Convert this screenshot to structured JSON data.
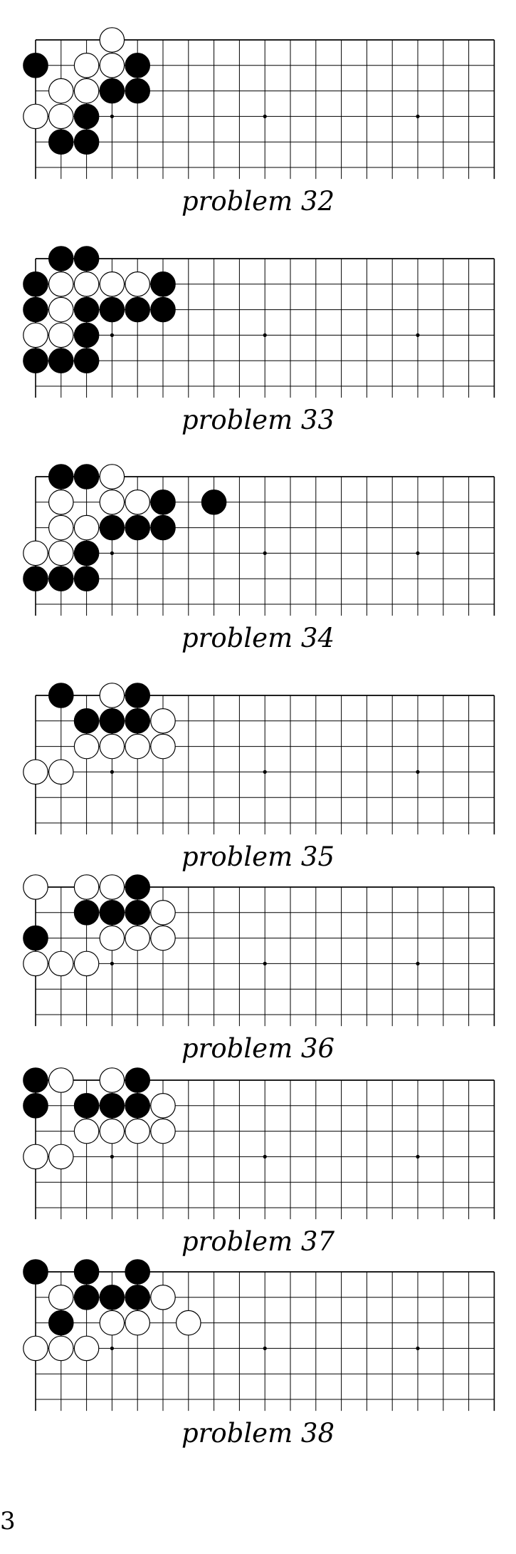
{
  "colors": {
    "grid": "#000000",
    "black_stone": "#000000",
    "white_stone": "#ffffff",
    "stone_outline": "#000000"
  },
  "board": {
    "columns": 19,
    "rows_shown": 6,
    "star_points": [
      [
        3,
        3
      ],
      [
        9,
        3
      ],
      [
        15,
        3
      ]
    ]
  },
  "problems": [
    {
      "caption": "problem 32",
      "black": [
        [
          0,
          1
        ],
        [
          4,
          1
        ],
        [
          3,
          2
        ],
        [
          4,
          2
        ],
        [
          2,
          3
        ],
        [
          1,
          4
        ],
        [
          2,
          4
        ]
      ],
      "white": [
        [
          3,
          0
        ],
        [
          2,
          1
        ],
        [
          3,
          1
        ],
        [
          1,
          2
        ],
        [
          2,
          2
        ],
        [
          0,
          3
        ],
        [
          1,
          3
        ]
      ]
    },
    {
      "caption": "problem 33",
      "black": [
        [
          1,
          0
        ],
        [
          2,
          0
        ],
        [
          0,
          1
        ],
        [
          5,
          1
        ],
        [
          0,
          2
        ],
        [
          2,
          2
        ],
        [
          3,
          2
        ],
        [
          4,
          2
        ],
        [
          5,
          2
        ],
        [
          2,
          3
        ],
        [
          0,
          4
        ],
        [
          1,
          4
        ],
        [
          2,
          4
        ]
      ],
      "white": [
        [
          1,
          1
        ],
        [
          2,
          1
        ],
        [
          3,
          1
        ],
        [
          4,
          1
        ],
        [
          1,
          2
        ],
        [
          0,
          3
        ],
        [
          1,
          3
        ]
      ]
    },
    {
      "caption": "problem 34",
      "black": [
        [
          1,
          0
        ],
        [
          2,
          0
        ],
        [
          5,
          1
        ],
        [
          7,
          1
        ],
        [
          3,
          2
        ],
        [
          4,
          2
        ],
        [
          5,
          2
        ],
        [
          2,
          3
        ],
        [
          0,
          4
        ],
        [
          1,
          4
        ],
        [
          2,
          4
        ]
      ],
      "white": [
        [
          3,
          0
        ],
        [
          1,
          1
        ],
        [
          3,
          1
        ],
        [
          4,
          1
        ],
        [
          1,
          2
        ],
        [
          2,
          2
        ],
        [
          0,
          3
        ],
        [
          1,
          3
        ]
      ]
    },
    {
      "caption": "problem 35",
      "black": [
        [
          1,
          0
        ],
        [
          4,
          0
        ],
        [
          2,
          1
        ],
        [
          3,
          1
        ],
        [
          4,
          1
        ]
      ],
      "white": [
        [
          3,
          0
        ],
        [
          5,
          1
        ],
        [
          2,
          2
        ],
        [
          3,
          2
        ],
        [
          4,
          2
        ],
        [
          5,
          2
        ],
        [
          0,
          3
        ],
        [
          1,
          3
        ]
      ]
    },
    {
      "caption": "problem 36",
      "black": [
        [
          4,
          0
        ],
        [
          2,
          1
        ],
        [
          3,
          1
        ],
        [
          4,
          1
        ],
        [
          0,
          2
        ]
      ],
      "white": [
        [
          0,
          0
        ],
        [
          2,
          0
        ],
        [
          3,
          0
        ],
        [
          5,
          1
        ],
        [
          3,
          2
        ],
        [
          4,
          2
        ],
        [
          5,
          2
        ],
        [
          0,
          3
        ],
        [
          1,
          3
        ],
        [
          2,
          3
        ]
      ]
    },
    {
      "caption": "problem 37",
      "black": [
        [
          0,
          0
        ],
        [
          4,
          0
        ],
        [
          0,
          1
        ],
        [
          2,
          1
        ],
        [
          3,
          1
        ],
        [
          4,
          1
        ]
      ],
      "white": [
        [
          1,
          0
        ],
        [
          3,
          0
        ],
        [
          5,
          1
        ],
        [
          2,
          2
        ],
        [
          3,
          2
        ],
        [
          4,
          2
        ],
        [
          5,
          2
        ],
        [
          0,
          3
        ],
        [
          1,
          3
        ]
      ]
    },
    {
      "caption": "problem 38",
      "black": [
        [
          0,
          0
        ],
        [
          2,
          0
        ],
        [
          4,
          0
        ],
        [
          2,
          1
        ],
        [
          3,
          1
        ],
        [
          4,
          1
        ],
        [
          1,
          2
        ]
      ],
      "white": [
        [
          1,
          1
        ],
        [
          5,
          1
        ],
        [
          3,
          2
        ],
        [
          4,
          2
        ],
        [
          6,
          2
        ],
        [
          0,
          3
        ],
        [
          1,
          3
        ],
        [
          2,
          3
        ]
      ]
    }
  ],
  "page_number": "3"
}
